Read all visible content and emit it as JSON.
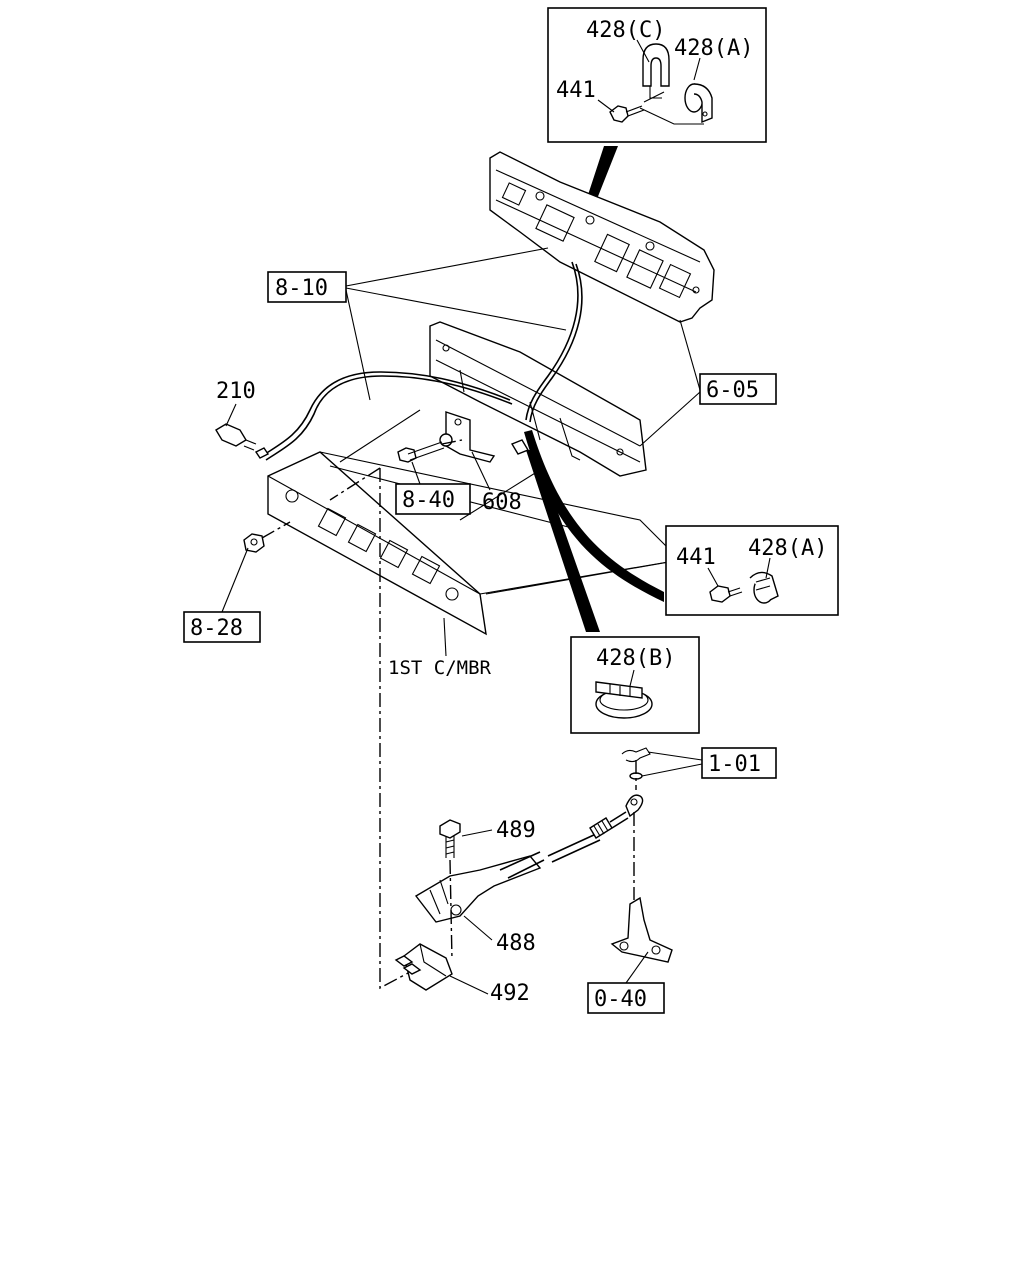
{
  "callouts": {
    "c428c": "428(C)",
    "c428a_top": "428(A)",
    "c441_top": "441",
    "c441_right": "441",
    "c428a_right": "428(A)",
    "c428b": "428(B)",
    "r810": "8-10",
    "r605": "6-05",
    "r840": "8-40",
    "r828": "8-28",
    "r101": "1-01",
    "r040": "0-40",
    "n210": "210",
    "n608": "608",
    "n489": "489",
    "n488": "488",
    "n492": "492",
    "member_label": "1ST C/MBR"
  }
}
